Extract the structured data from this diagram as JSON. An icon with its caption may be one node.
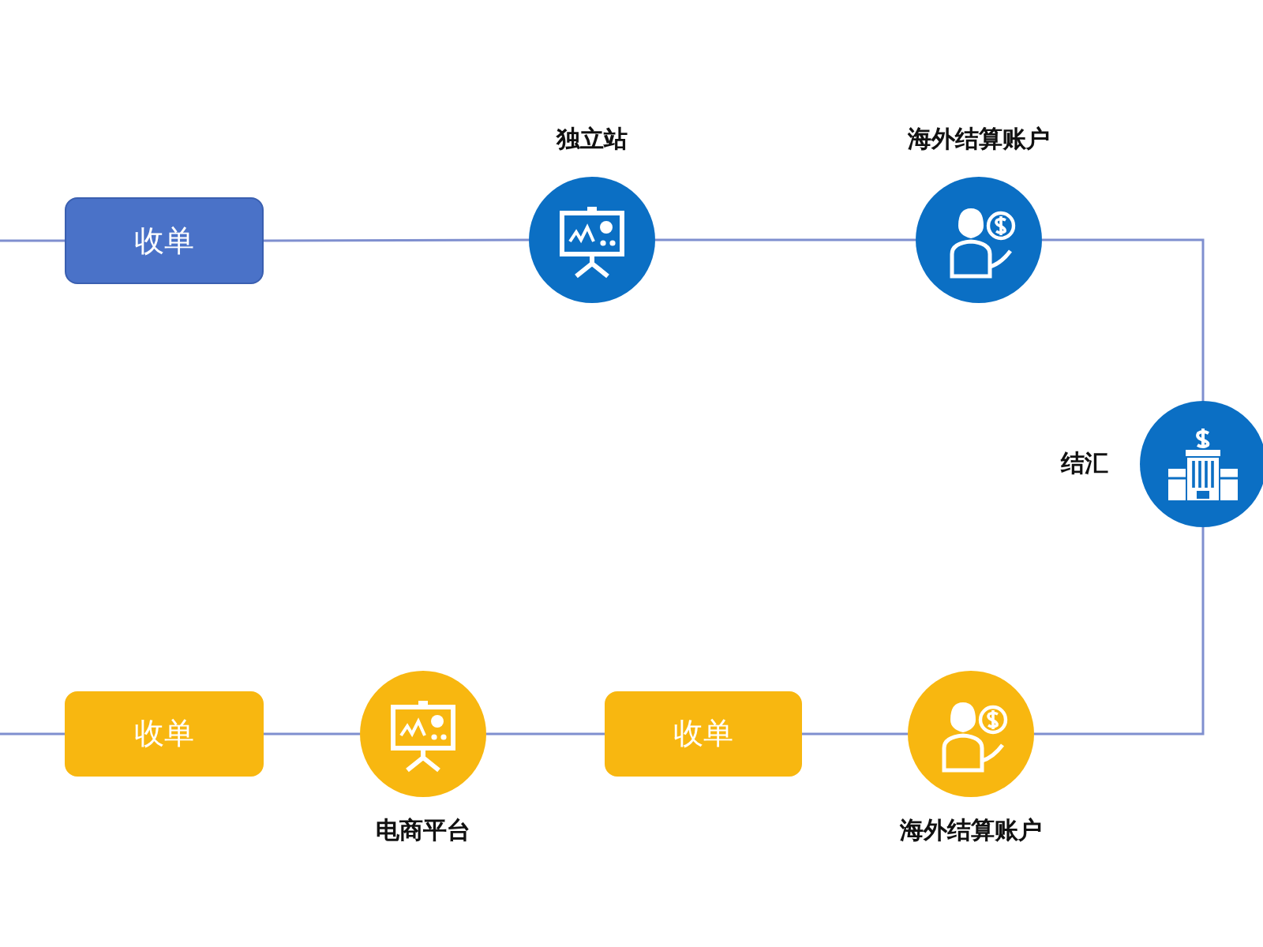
{
  "diagram": {
    "nodes": [
      {
        "text": [
          "收单"
        ]
      },
      {
        "text": [
          "独立站"
        ]
      },
      {
        "text": [
          "海外结算账户"
        ]
      },
      {
        "text": [
          "结汇"
        ]
      },
      {
        "text": [
          "海外结算账户"
        ]
      },
      {
        "text": [
          "收单"
        ]
      },
      {
        "text": [
          "电商平台"
        ]
      },
      {
        "text": [
          "收单"
        ]
      }
    ],
    "edges": [
      {
        "from": null,
        "to": 0,
        "arrow": "none"
      },
      {
        "from": 0,
        "to": 1,
        "arrow": "none"
      },
      {
        "from": 1,
        "to": 2,
        "arrow": "none"
      },
      {
        "from": 2,
        "to": 3,
        "arrow": "none"
      },
      {
        "from": 3,
        "to": 4,
        "arrow": "none"
      },
      {
        "from": 4,
        "to": 5,
        "arrow": "none"
      },
      {
        "from": 5,
        "to": 6,
        "arrow": "none"
      },
      {
        "from": 6,
        "to": 7,
        "arrow": "none"
      },
      {
        "from": 7,
        "to": null,
        "arrow": "none"
      }
    ]
  }
}
